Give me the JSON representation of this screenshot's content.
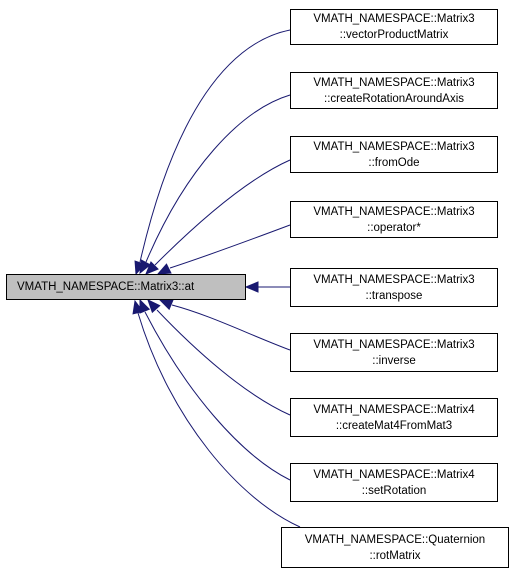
{
  "colors": {
    "edge": "#191970",
    "focus_fill": "#bfbfbf",
    "node_fill": "#ffffff",
    "node_border": "#000000"
  },
  "focus_node": {
    "label": "VMATH_NAMESPACE::Matrix3::at"
  },
  "callers": [
    {
      "line1": "VMATH_NAMESPACE::Matrix3",
      "line2": "::vectorProductMatrix"
    },
    {
      "line1": "VMATH_NAMESPACE::Matrix3",
      "line2": "::createRotationAroundAxis"
    },
    {
      "line1": "VMATH_NAMESPACE::Matrix3",
      "line2": "::fromOde"
    },
    {
      "line1": "VMATH_NAMESPACE::Matrix3",
      "line2": "::operator*"
    },
    {
      "line1": "VMATH_NAMESPACE::Matrix3",
      "line2": "::transpose"
    },
    {
      "line1": "VMATH_NAMESPACE::Matrix3",
      "line2": "::inverse"
    },
    {
      "line1": "VMATH_NAMESPACE::Matrix4",
      "line2": "::createMat4FromMat3"
    },
    {
      "line1": "VMATH_NAMESPACE::Matrix4",
      "line2": "::setRotation"
    },
    {
      "line1": "VMATH_NAMESPACE::Quaternion",
      "line2": "::rotMatrix"
    }
  ]
}
